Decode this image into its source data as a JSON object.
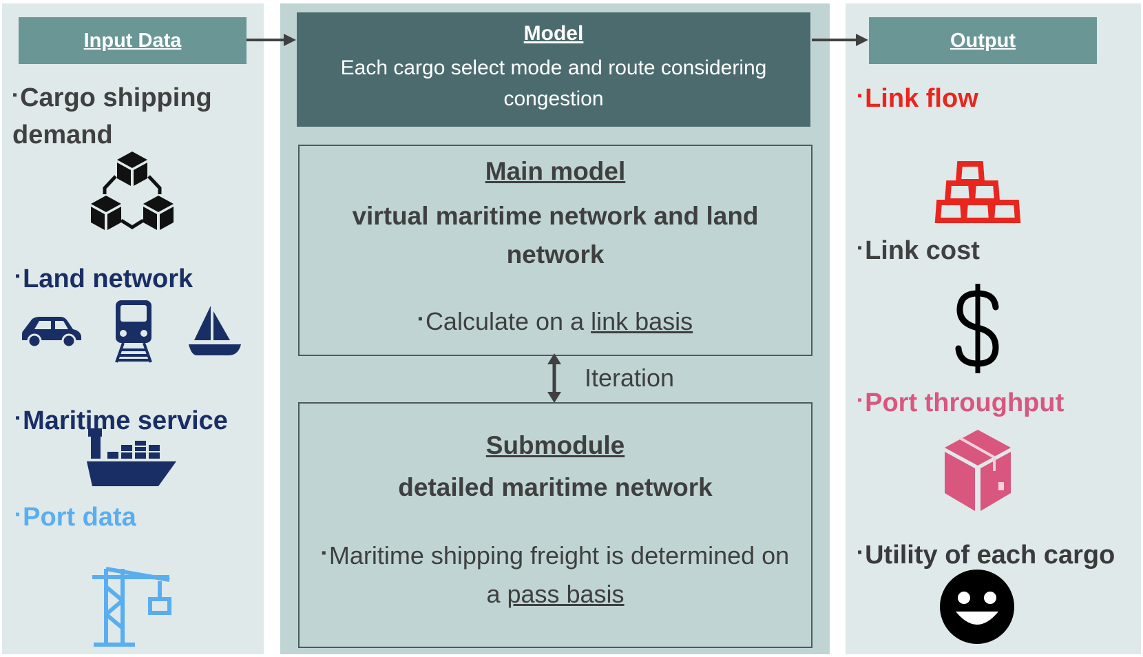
{
  "input": {
    "header": "Input Data",
    "items": [
      {
        "label": "Cargo shipping demand",
        "color": "#404040"
      },
      {
        "label": "Land network",
        "color": "#1a2e66"
      },
      {
        "label": "Maritime service",
        "color": "#1a2e66"
      },
      {
        "label": "Port data",
        "color": "#5aaef0"
      }
    ],
    "icons": [
      "boxes-network-icon",
      "car-icon",
      "train-icon",
      "sailboat-icon",
      "container-ship-icon",
      "port-crane-icon"
    ]
  },
  "model": {
    "title": "Model",
    "description": "Each cargo select mode and route considering congestion"
  },
  "main_model": {
    "title": "Main model",
    "subtitle": "virtual maritime network and land network",
    "note_prefix": "Calculate on a ",
    "note_link": "link basis"
  },
  "iteration": {
    "label": "Iteration"
  },
  "submodule": {
    "title": "Submodule",
    "subtitle": "detailed maritime network",
    "note_prefix": "Maritime shipping freight is determined on a ",
    "note_link": "pass basis"
  },
  "output": {
    "header": "Output",
    "items": [
      {
        "label": "Link flow",
        "color": "#e8261e"
      },
      {
        "label": "Link cost",
        "color": "#404040"
      },
      {
        "label": "Port throughput",
        "color": "#d9567f"
      },
      {
        "label": "Utility of each cargo",
        "color": "#3a3a3a"
      }
    ],
    "icons": [
      "gold-bars-icon",
      "dollar-icon",
      "package-icon",
      "smiley-icon"
    ]
  },
  "colors": {
    "panel_light": "#dfe9e9",
    "panel_mid": "#c0d4d4",
    "header_teal": "#6a9696",
    "model_dark": "#4c6b6e"
  }
}
